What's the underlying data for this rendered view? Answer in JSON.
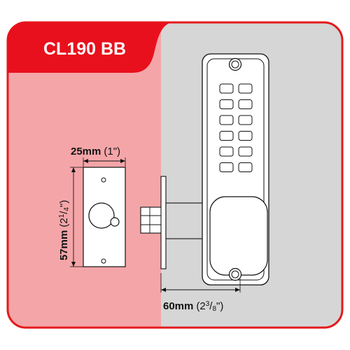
{
  "title": "CL190 BB",
  "colors": {
    "brand_red": "#e8101c",
    "left_panel": "#f4a5a8",
    "right_panel": "#d6d6d6",
    "frame": "#e41a1c"
  },
  "dimensions": {
    "width": {
      "value": "25mm",
      "paren_open": "(",
      "inch": "1\"",
      "paren_close": ")"
    },
    "height": {
      "value": "57mm",
      "paren_open": "(",
      "inch_whole": "2",
      "inch_num": "1",
      "inch_sep": "/",
      "inch_den": "4",
      "inch_mark": "\"",
      "paren_close": ")"
    },
    "backset": {
      "value": "60mm",
      "paren_open": "(",
      "inch_whole": "2",
      "inch_num": "3",
      "inch_sep": "/",
      "inch_den": "8",
      "inch_mark": "\"",
      "paren_close": ")"
    }
  },
  "keypad": {
    "rows": 6,
    "columns": 2
  }
}
